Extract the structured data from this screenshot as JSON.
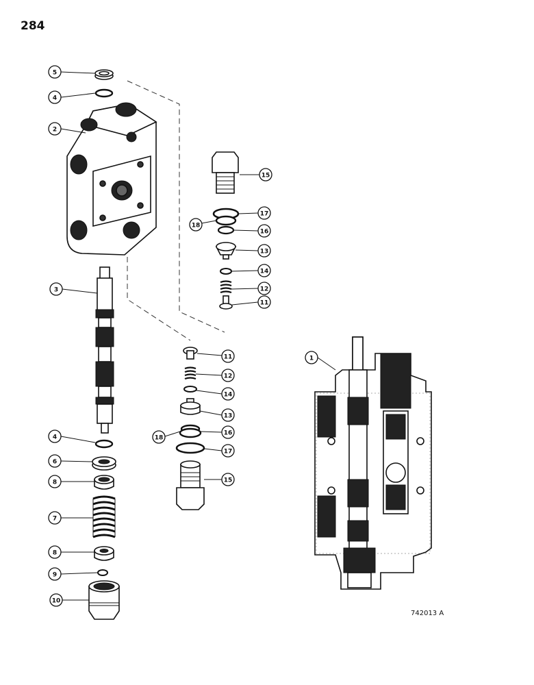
{
  "page": {
    "number": "284",
    "drawing_id": "742013 A"
  },
  "callouts": [
    "5",
    "4",
    "2",
    "3",
    "4",
    "6",
    "8",
    "7",
    "8",
    "9",
    "10",
    "15",
    "17",
    "18",
    "16",
    "13",
    "14",
    "12",
    "11",
    "11",
    "12",
    "14",
    "13",
    "18",
    "16",
    "17",
    "15",
    "1"
  ],
  "colors": {
    "ink": "#111111",
    "paper": "#ffffff"
  }
}
